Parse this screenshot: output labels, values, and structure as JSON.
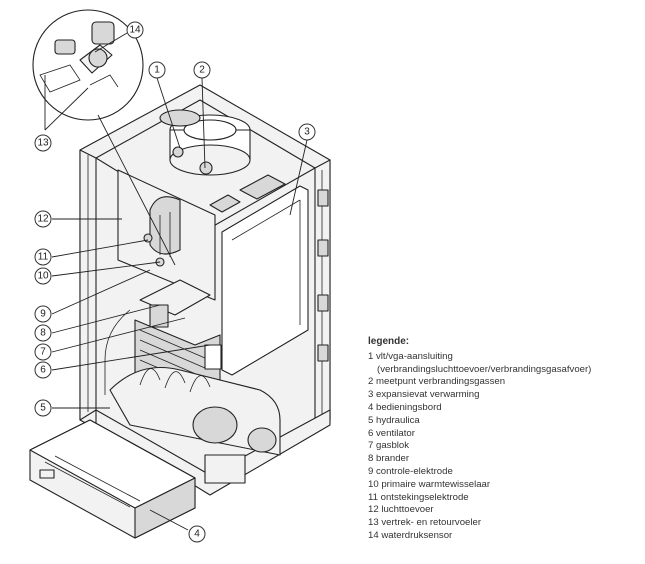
{
  "legend": {
    "title": "legende:",
    "items": [
      {
        "text": "1 vlt/vga-aansluiting"
      },
      {
        "text": "(verbrandingsluchttoevoer/verbrandingsgasafvoer)",
        "sub": true
      },
      {
        "text": "2 meetpunt verbrandingsgassen"
      },
      {
        "text": "3 expansievat verwarming"
      },
      {
        "text": "4 bedieningsbord"
      },
      {
        "text": "5 hydraulica"
      },
      {
        "text": "6 ventilator"
      },
      {
        "text": "7 gasblok"
      },
      {
        "text": "8 brander"
      },
      {
        "text": "9 controle-elektrode"
      },
      {
        "text": "10 primaire warmtewisselaar"
      },
      {
        "text": "11 ontstekingselektrode"
      },
      {
        "text": "12 luchttoevoer"
      },
      {
        "text": "13 vertrek- en retourvoeler"
      },
      {
        "text": "14 waterdruksensor"
      }
    ]
  },
  "callouts": [
    "1",
    "2",
    "3",
    "4",
    "5",
    "6",
    "7",
    "8",
    "9",
    "10",
    "11",
    "12",
    "13",
    "14"
  ]
}
